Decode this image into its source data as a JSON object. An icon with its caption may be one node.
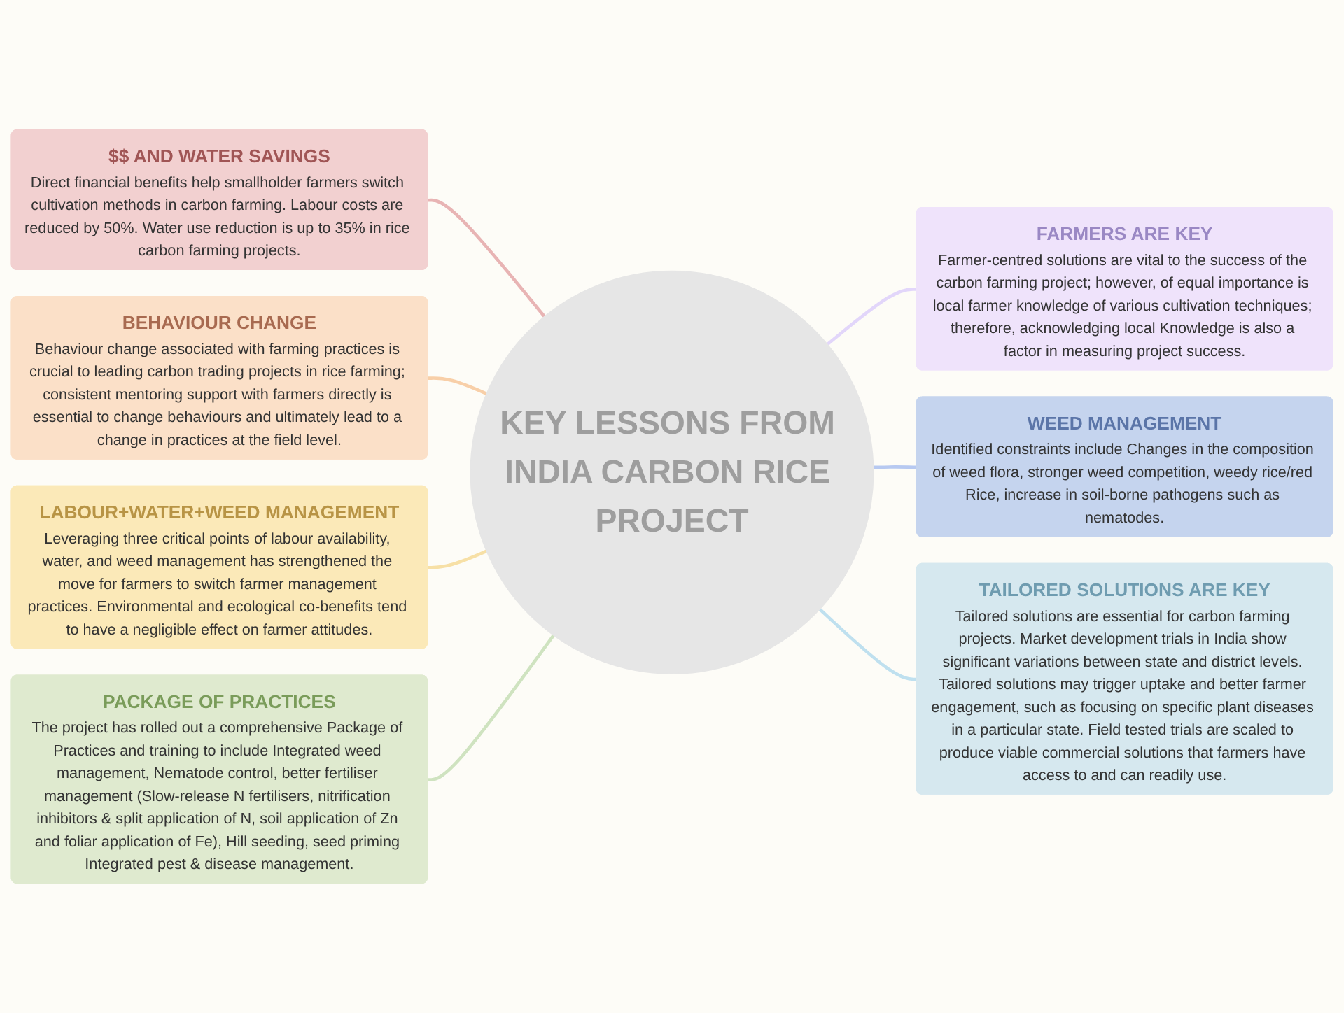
{
  "diagram": {
    "nodes": [
      {
        "text": [
          "KEY LESSONS FROM INDIA CARBON RICE PROJECT"
        ]
      },
      {
        "text": [
          "$$ AND WATER SAVINGS",
          "Direct financial benefits help smallholder farmers switch cultivation methods in carbon farming. Labour costs are reduced by 50%. Water use reduction is up to 35% in rice carbon farming projects."
        ]
      },
      {
        "text": [
          "BEHAVIOUR CHANGE",
          "Behaviour change associated with farming practices is crucial to leading carbon trading projects in rice farming; consistent mentoring support with farmers directly is essential to change behaviours and ultimately lead to a change in practices at the field level."
        ]
      },
      {
        "text": [
          "FARMERS ARE KEY",
          "Farmer-centred solutions are vital to the success of the carbon farming project; however, of equal importance is local farmer knowledge of various cultivation techniques; therefore, acknowledging local Knowledge is also a factor in measuring project success."
        ]
      },
      {
        "text": [
          "LABOUR+WATER+WEED MANAGEMENT",
          "Leveraging three critical points of labour availability, water, and weed management has strengthened the move for farmers to switch farmer management practices. Environmental and ecological co-benefits tend to have a negligible effect on farmer attitudes."
        ]
      },
      {
        "text": [
          "WEED MANAGEMENT",
          "Identified constraints include Changes in the composition of weed flora, stronger weed competition, weedy rice/red Rice, increase in soil-borne pathogens such as nematodes."
        ]
      },
      {
        "text": [
          "PACKAGE OF PRACTICES",
          "The project has rolled out a comprehensive Package of Practices and training to include Integrated weed management, Nematode control, better fertiliser management (Slow-release N fertilisers, nitrification inhibitors & split application of N, soil application of Zn and foliar application of Fe), Hill seeding, seed priming Integrated pest & disease management."
        ]
      },
      {
        "text": [
          "TAILORED SOLUTIONS ARE KEY",
          "Tailored solutions are essential for carbon farming projects. Market development trials in India show significant variations between state and district levels. Tailored solutions may trigger uptake and better farmer engagement, such as focusing on specific plant diseases in a particular state. Field tested trials are scaled to produce viable commercial solutions that farmers have access to and can readily use."
        ]
      }
    ],
    "edges": [
      {
        "from": 0,
        "to": 1,
        "arrow": "none",
        "color": "#e8b4b4"
      },
      {
        "from": 0,
        "to": 2,
        "arrow": "none",
        "color": "#f8cfa8"
      },
      {
        "from": 0,
        "to": 3,
        "arrow": "none",
        "color": "#e2d6fa"
      },
      {
        "from": 0,
        "to": 4,
        "arrow": "none",
        "color": "#f7e0a6"
      },
      {
        "from": 0,
        "to": 5,
        "arrow": "none",
        "color": "#b7c9f1"
      },
      {
        "from": 0,
        "to": 6,
        "arrow": "none",
        "color": "#cfe3c0"
      },
      {
        "from": 0,
        "to": 7,
        "arrow": "none",
        "color": "#bfe0ef"
      }
    ]
  }
}
